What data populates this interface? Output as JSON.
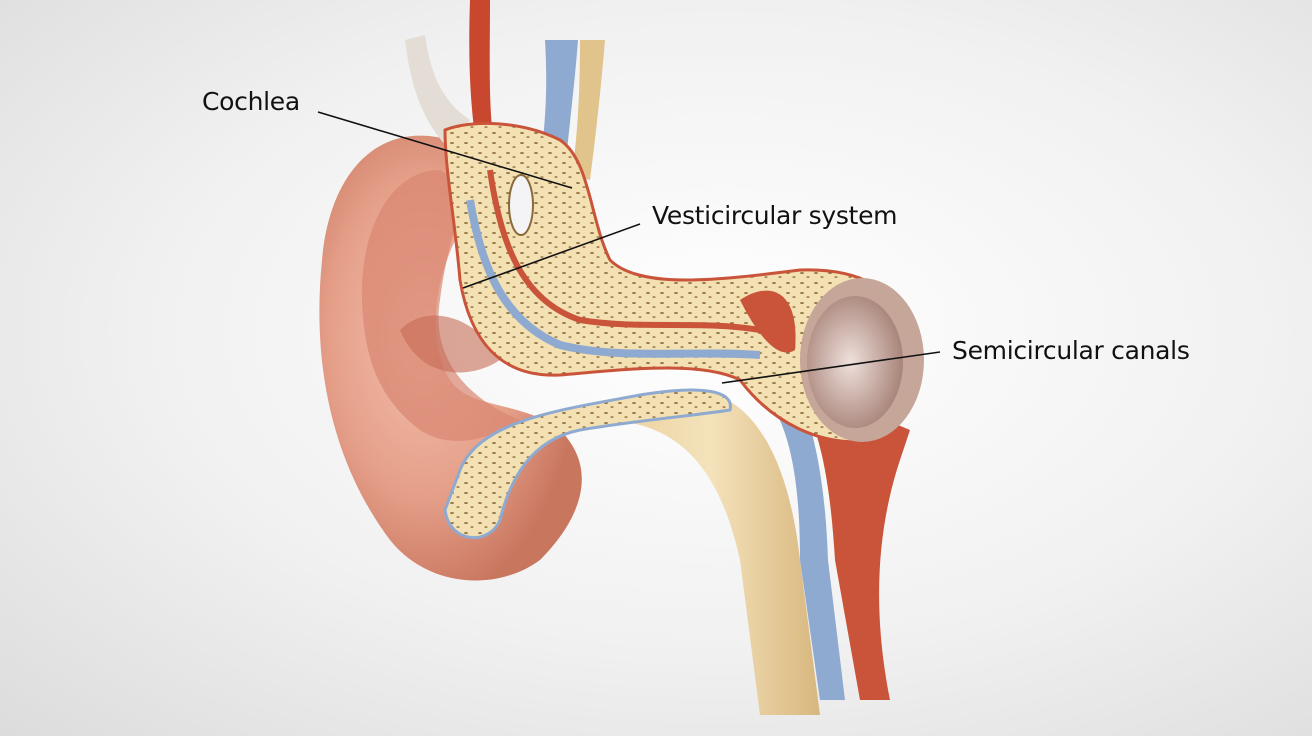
{
  "diagram": {
    "subject": "ear-cross-section",
    "labels": {
      "cochlea": "Cochlea",
      "vesticircular": "Vesticircular system",
      "semicircular": "Semicircular canals"
    },
    "colors": {
      "skin": "#e9a48f",
      "bone": "#f1ddb0",
      "muscle": "#c9543a",
      "vessel_blue": "#8aa6cc",
      "leader_line": "#111111"
    }
  }
}
